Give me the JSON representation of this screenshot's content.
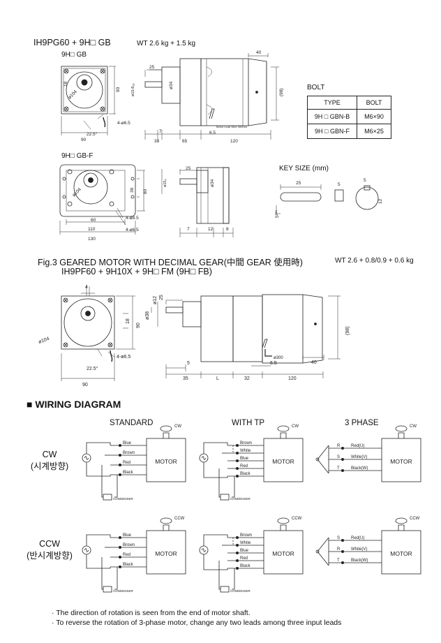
{
  "top_model": {
    "title": "IH9PG60 + 9H□ GB",
    "weight": "WT 2.6 kg + 1.5 kg"
  },
  "gb": {
    "label": "9H□ GB",
    "dims": {
      "side_w": "90",
      "side_h": "90",
      "d40": "40",
      "d25": "25",
      "d7": "7",
      "d38": "38",
      "d65": "65",
      "d120": "120",
      "d65b": "6.5",
      "d98": "(98)",
      "phi34": "ø34",
      "phi15": "ø15-8₁₈",
      "phi104": "ø104",
      "d18": "18",
      "d225": "22.5°",
      "holes": "4-ø6.5",
      "lead": "Motor Lead Wire 300mm"
    }
  },
  "bolt": {
    "title": "BOLT",
    "headers": [
      "TYPE",
      "BOLT"
    ],
    "rows": [
      [
        "9H □ GBN-B",
        "M6×90"
      ],
      [
        "9H □ GBN-F",
        "M6×25"
      ]
    ]
  },
  "gbf": {
    "label": "9H□ GB-F",
    "dims": {
      "d80": "80",
      "d36": "36",
      "d60": "60",
      "d110": "110",
      "d130": "130",
      "phi104": "ø104",
      "holes1": "4-ø8.5",
      "holes2": "4-ø6.5",
      "d25": "25",
      "phi15": "ø15₀",
      "phi34": "ø34",
      "d7": "7",
      "d12": "12",
      "d8": "8"
    }
  },
  "keysize": {
    "title": "KEY SIZE (mm)",
    "d25": "25",
    "d5": "5",
    "d5b": "5",
    "d12": "12",
    "d5c": "5¹⁰⁰"
  },
  "fig3": {
    "title": "Fig.3 GEARED MOTOR WITH DECIMAL GEAR(中間 GEAR 使用時)",
    "weight": "WT 2.6 + 0.8/0.9 + 0.6 kg",
    "model": "IH9PF60 + 9H10X + 9H□ FM (9H□ FB)",
    "dims": {
      "d4": "4",
      "d90": "90",
      "d18": "18",
      "phi104": "ø104",
      "d225": "22.5°",
      "holes": "4-ø6.5",
      "d90b": "90",
      "phi38": "ø38",
      "phi12": "ø12",
      "d25": "25",
      "d5": "5",
      "d35": "35",
      "L": "L",
      "d32": "32",
      "d120": "120",
      "d40": "40",
      "d65": "6.5",
      "d98": "(98)",
      "lead": "ø300"
    }
  },
  "wiring": {
    "title": "WIRING DIAGRAM",
    "columns": [
      "STANDARD",
      "WITH TP",
      "3 PHASE"
    ],
    "rows": [
      {
        "label1": "CW",
        "label2": "(시계방향)",
        "direction": "CW"
      },
      {
        "label1": "CCW",
        "label2": "(반시계방향)",
        "direction": "CCW"
      }
    ],
    "motor": "MOTOR",
    "condenser": "CONDENSER",
    "standard_wires": [
      "Blue",
      "Brown",
      "Red",
      "Black"
    ],
    "tp_wires": [
      "Brown",
      "White",
      "Blue",
      "Red",
      "Black"
    ],
    "phase_wires": [
      "Red(U)",
      "White(V)",
      "Black(W)"
    ],
    "phase_terms_cw": [
      "R",
      "S",
      "T"
    ],
    "phase_terms_ccw": [
      "S",
      "R",
      "T"
    ]
  },
  "notes": [
    "· The direction of rotation is seen from the end of motor shaft.",
    "· To reverse the rotation of 3-phase motor, change any two leads among three input leads"
  ]
}
